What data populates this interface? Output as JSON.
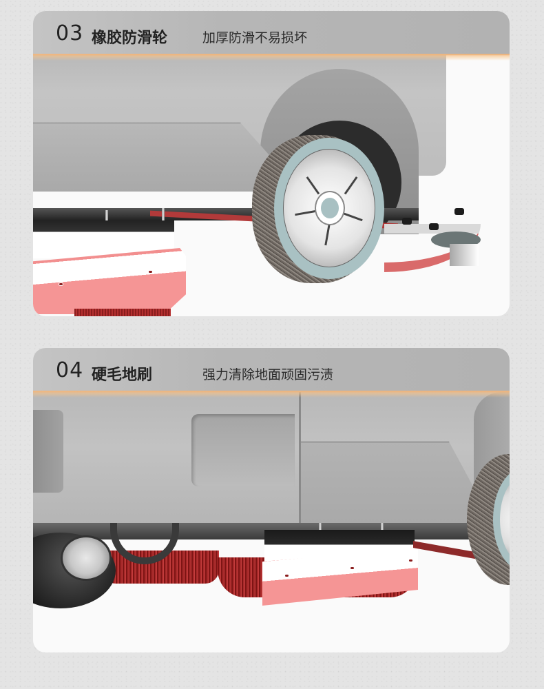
{
  "sections": [
    {
      "number": "03",
      "title": "橡胶防滑轮",
      "subtitle": "加厚防滑不易损坏",
      "image_subject": "scrubber rubber anti-slip wheel close-up"
    },
    {
      "number": "04",
      "title": "硬毛地刷",
      "subtitle": "强力清除地面顽固污渍",
      "image_subject": "scrubber hard-bristle floor brush close-up"
    }
  ],
  "colors": {
    "page_background": "#e4e4e4",
    "header_gray": "#b6b6b6",
    "header_glow": "#f2b377",
    "brush_pink": "#f59595",
    "bristle_red": "#a82a2a",
    "rim_teal": "#a9c1c3",
    "body_gray": "#bdbdbd"
  }
}
